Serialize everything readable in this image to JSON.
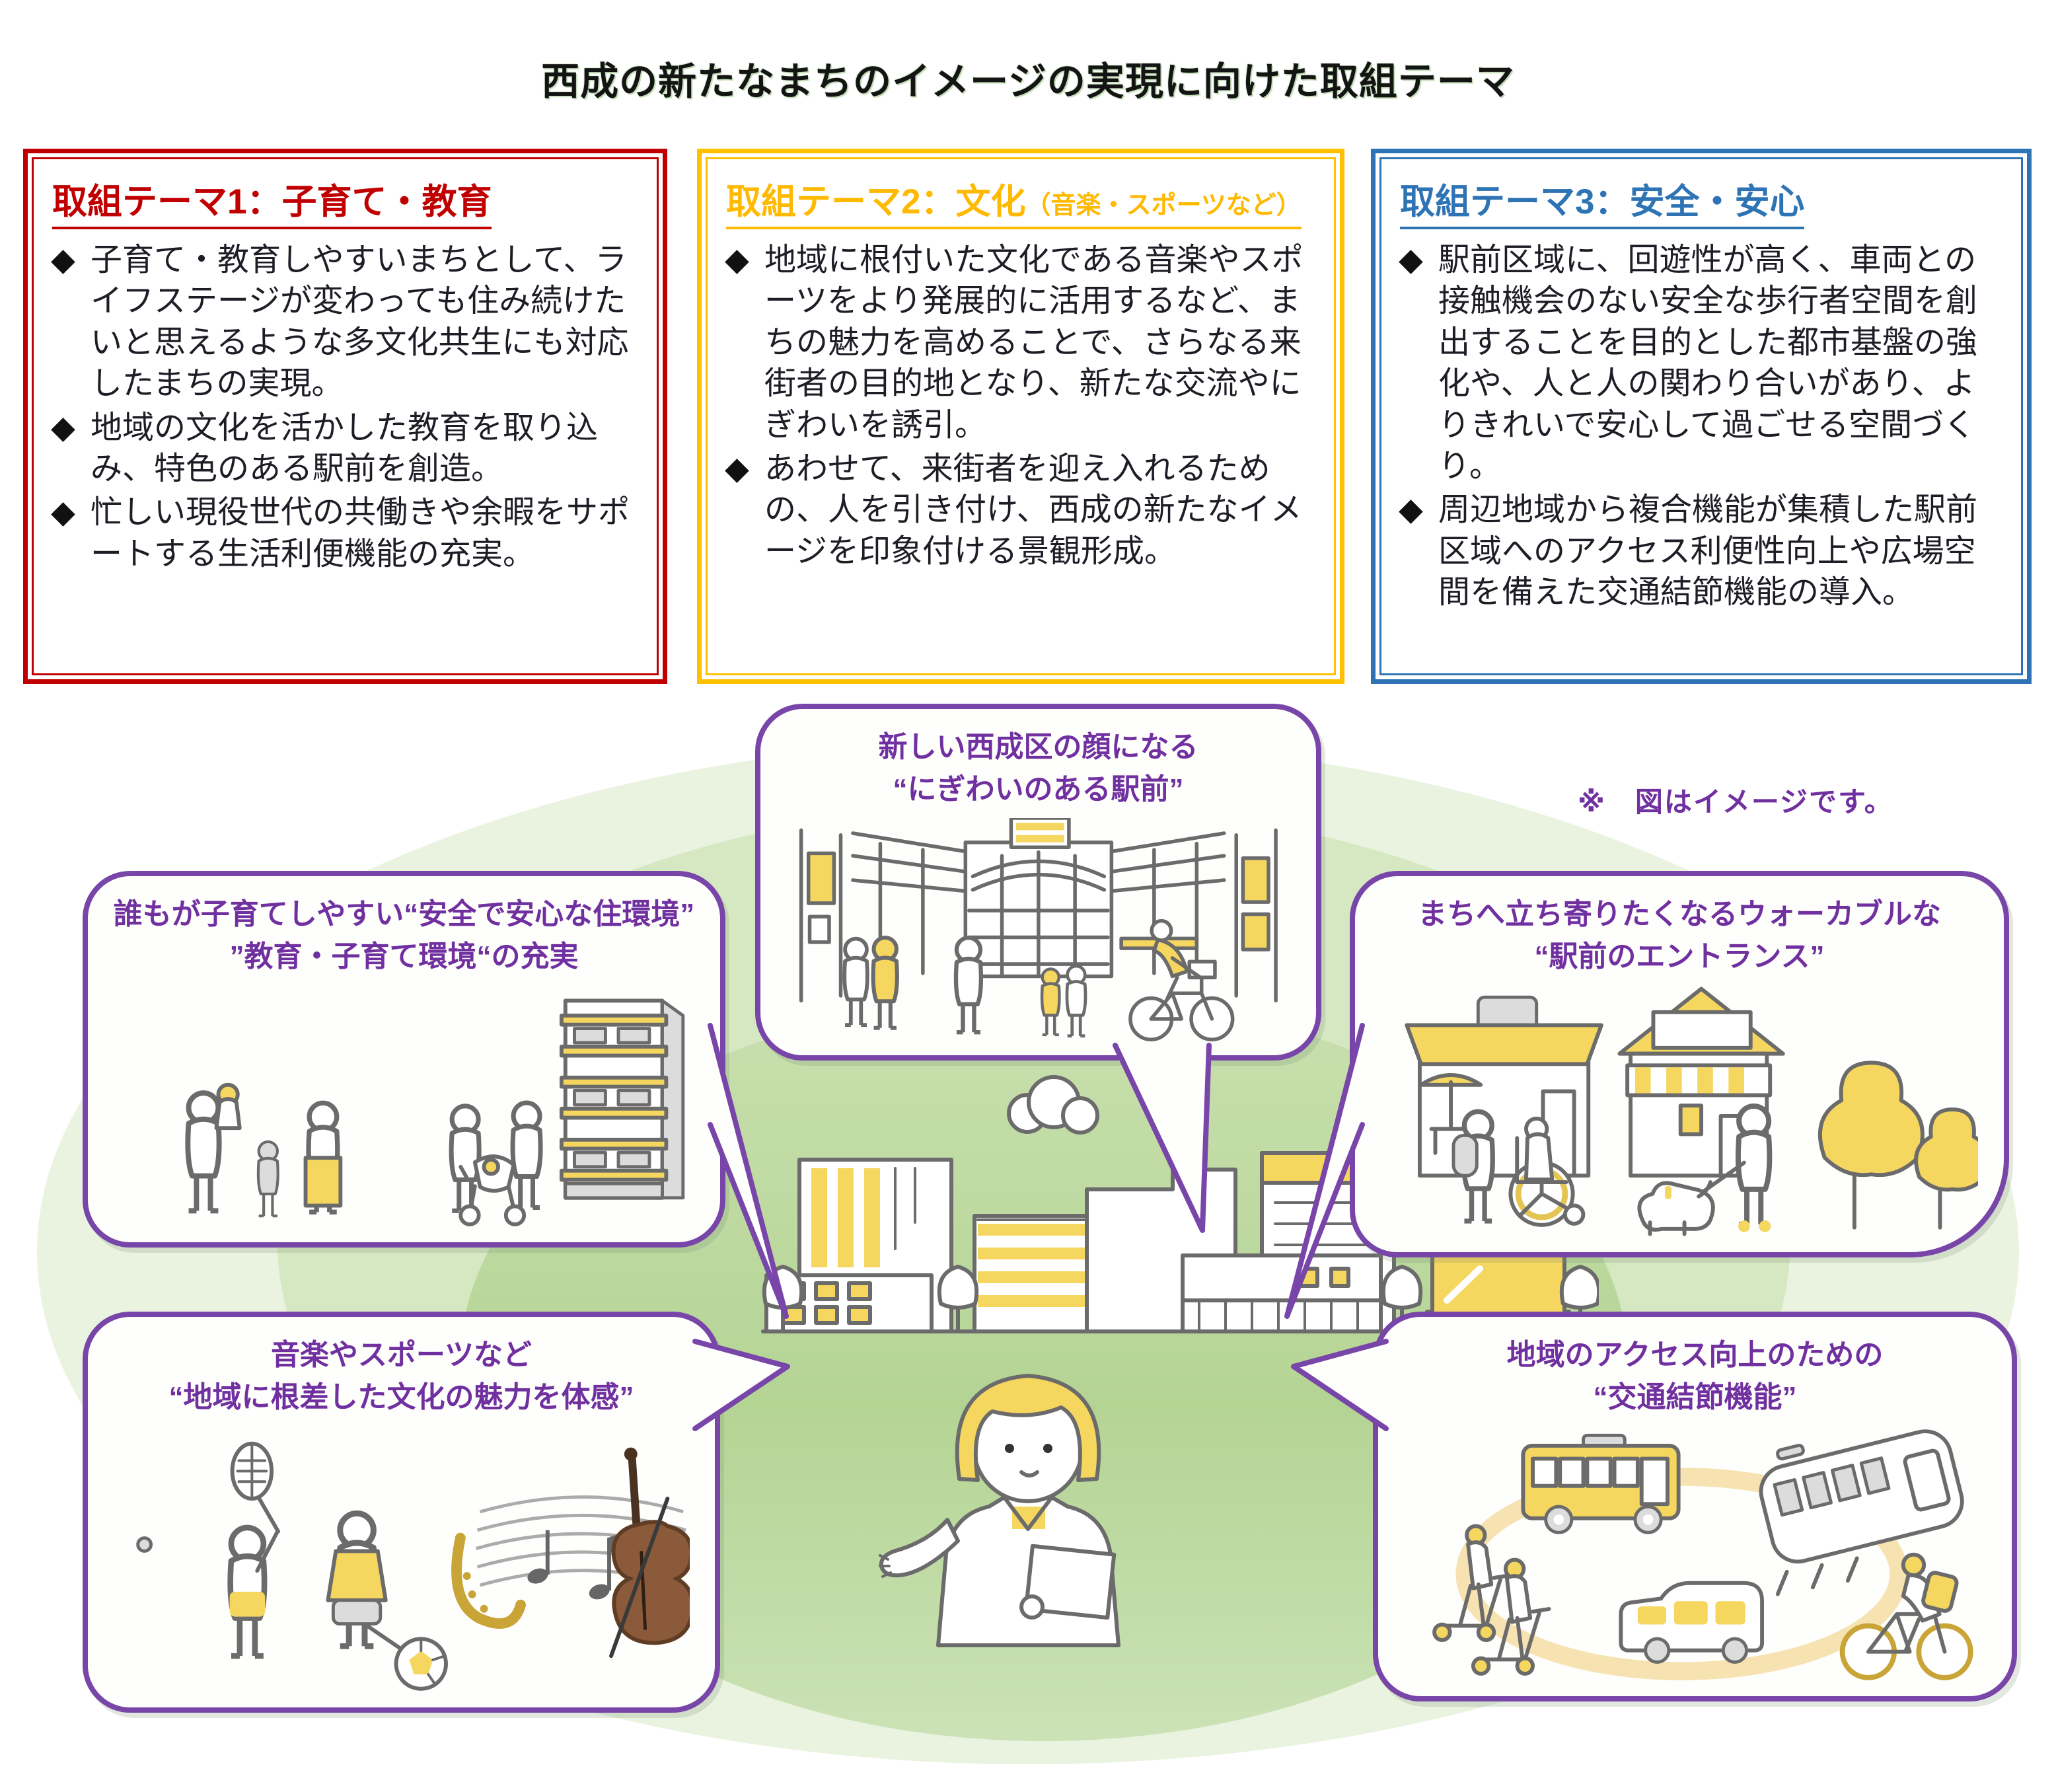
{
  "page": {
    "title": "西成の新たなまちのイメージの実現に向けた取組テーマ",
    "note": "※　図はイメージです。"
  },
  "glyphs": {
    "diamond": "◆"
  },
  "colors": {
    "theme1_accent": "#C00000",
    "theme2_accent": "#FFC000",
    "theme3_accent": "#2E74B5",
    "bubble_border": "#7845A8",
    "bubble_text": "#7030A0",
    "illustration_yellow": "#F5D65F",
    "background_green": "#CDE3B5"
  },
  "themes": [
    {
      "title": "取組テーマ1：子育て・教育",
      "suffix": "",
      "bullets": [
        "子育て・教育しやすいまちとして、ライフステージが変わっても住み続けたいと思えるような多文化共生にも対応したまちの実現。",
        "地域の文化を活かした教育を取り込み、特色のある駅前を創造。",
        "忙しい現役世代の共働きや余暇をサポートする生活利便機能の充実。"
      ]
    },
    {
      "title": "取組テーマ2：文化",
      "suffix": "（音楽・スポーツなど）",
      "bullets": [
        "地域に根付いた文化である音楽やスポーツをより発展的に活用するなど、まちの魅力を高めることで、さらなる来街者の目的地となり、新たな交流やにぎわいを誘引。",
        "あわせて、来街者を迎え入れるための、人を引き付け、西成の新たなイメージを印象付ける景観形成。"
      ]
    },
    {
      "title": "取組テーマ3：安全・安心",
      "suffix": "",
      "bullets": [
        "駅前区域に、回遊性が高く、車両との接触機会のない安全な歩行者空間を創出することを目的とした都市基盤の強化や、人と人の関わり合いがあり、よりきれいで安心して過ごせる空間づくり。",
        "周辺地域から複合機能が集積した駅前区域へのアクセス利便性向上や広場空間を備えた交通結節機能の導入。"
      ]
    }
  ],
  "bubbles": {
    "top": {
      "line1": "新しい西成区の顔になる",
      "line2": "“にぎわいのある駅前”"
    },
    "left": {
      "line1": "誰もが子育てしやすい“安全で安心な住環境”",
      "line2": "”教育・子育て環境“の充実"
    },
    "right": {
      "line1": "まちへ立ち寄りたくなるウォーカブルな",
      "line2": "“駅前のエントランス”"
    },
    "bottom_left": {
      "line1": "音楽やスポーツなど",
      "line2": "“地域に根差した文化の魅力を体感”"
    },
    "bottom_right": {
      "line1": "地域のアクセス向上のための",
      "line2": "“交通結節機能”"
    }
  }
}
